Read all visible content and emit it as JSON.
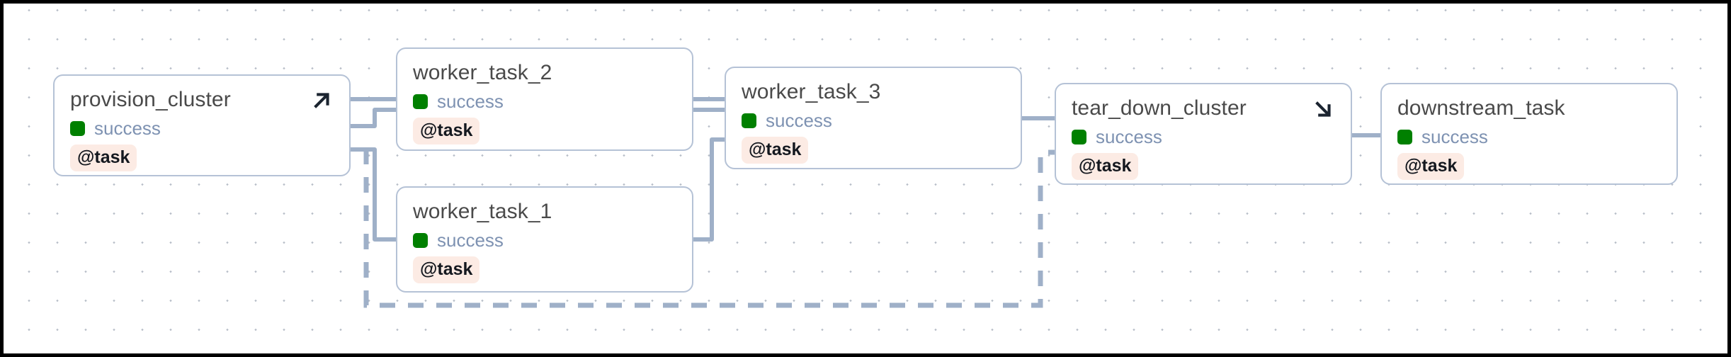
{
  "graph": {
    "status_color": "#008000",
    "edge_color": "#9fb0c8",
    "node_border_color": "#b5c2d6",
    "badge_bg": "#fcebe4",
    "status_text_color": "#7e92b2",
    "nodes": [
      {
        "id": "provision_cluster",
        "title": "provision_cluster",
        "status": "success",
        "badge": "@task",
        "arrow_icon": "arrow-up-right-icon",
        "has_arrow": true
      },
      {
        "id": "worker_task_2",
        "title": "worker_task_2",
        "status": "success",
        "badge": "@task",
        "arrow_icon": "",
        "has_arrow": false
      },
      {
        "id": "worker_task_1",
        "title": "worker_task_1",
        "status": "success",
        "badge": "@task",
        "arrow_icon": "",
        "has_arrow": false
      },
      {
        "id": "worker_task_3",
        "title": "worker_task_3",
        "status": "success",
        "badge": "@task",
        "arrow_icon": "",
        "has_arrow": false
      },
      {
        "id": "tear_down_cluster",
        "title": "tear_down_cluster",
        "status": "success",
        "badge": "@task",
        "arrow_icon": "arrow-down-right-icon",
        "has_arrow": true
      },
      {
        "id": "downstream_task",
        "title": "downstream_task",
        "status": "success",
        "badge": "@task",
        "arrow_icon": "",
        "has_arrow": false
      }
    ],
    "edges": [
      {
        "from": "provision_cluster",
        "to": "worker_task_2",
        "style": "solid"
      },
      {
        "from": "provision_cluster",
        "to": "worker_task_3",
        "style": "solid"
      },
      {
        "from": "provision_cluster",
        "to": "worker_task_1",
        "style": "solid"
      },
      {
        "from": "worker_task_2",
        "to": "worker_task_3",
        "style": "solid"
      },
      {
        "from": "worker_task_1",
        "to": "worker_task_3",
        "style": "solid"
      },
      {
        "from": "worker_task_3",
        "to": "tear_down_cluster",
        "style": "solid"
      },
      {
        "from": "provision_cluster",
        "to": "tear_down_cluster",
        "style": "dashed"
      },
      {
        "from": "tear_down_cluster",
        "to": "downstream_task",
        "style": "solid"
      }
    ]
  }
}
